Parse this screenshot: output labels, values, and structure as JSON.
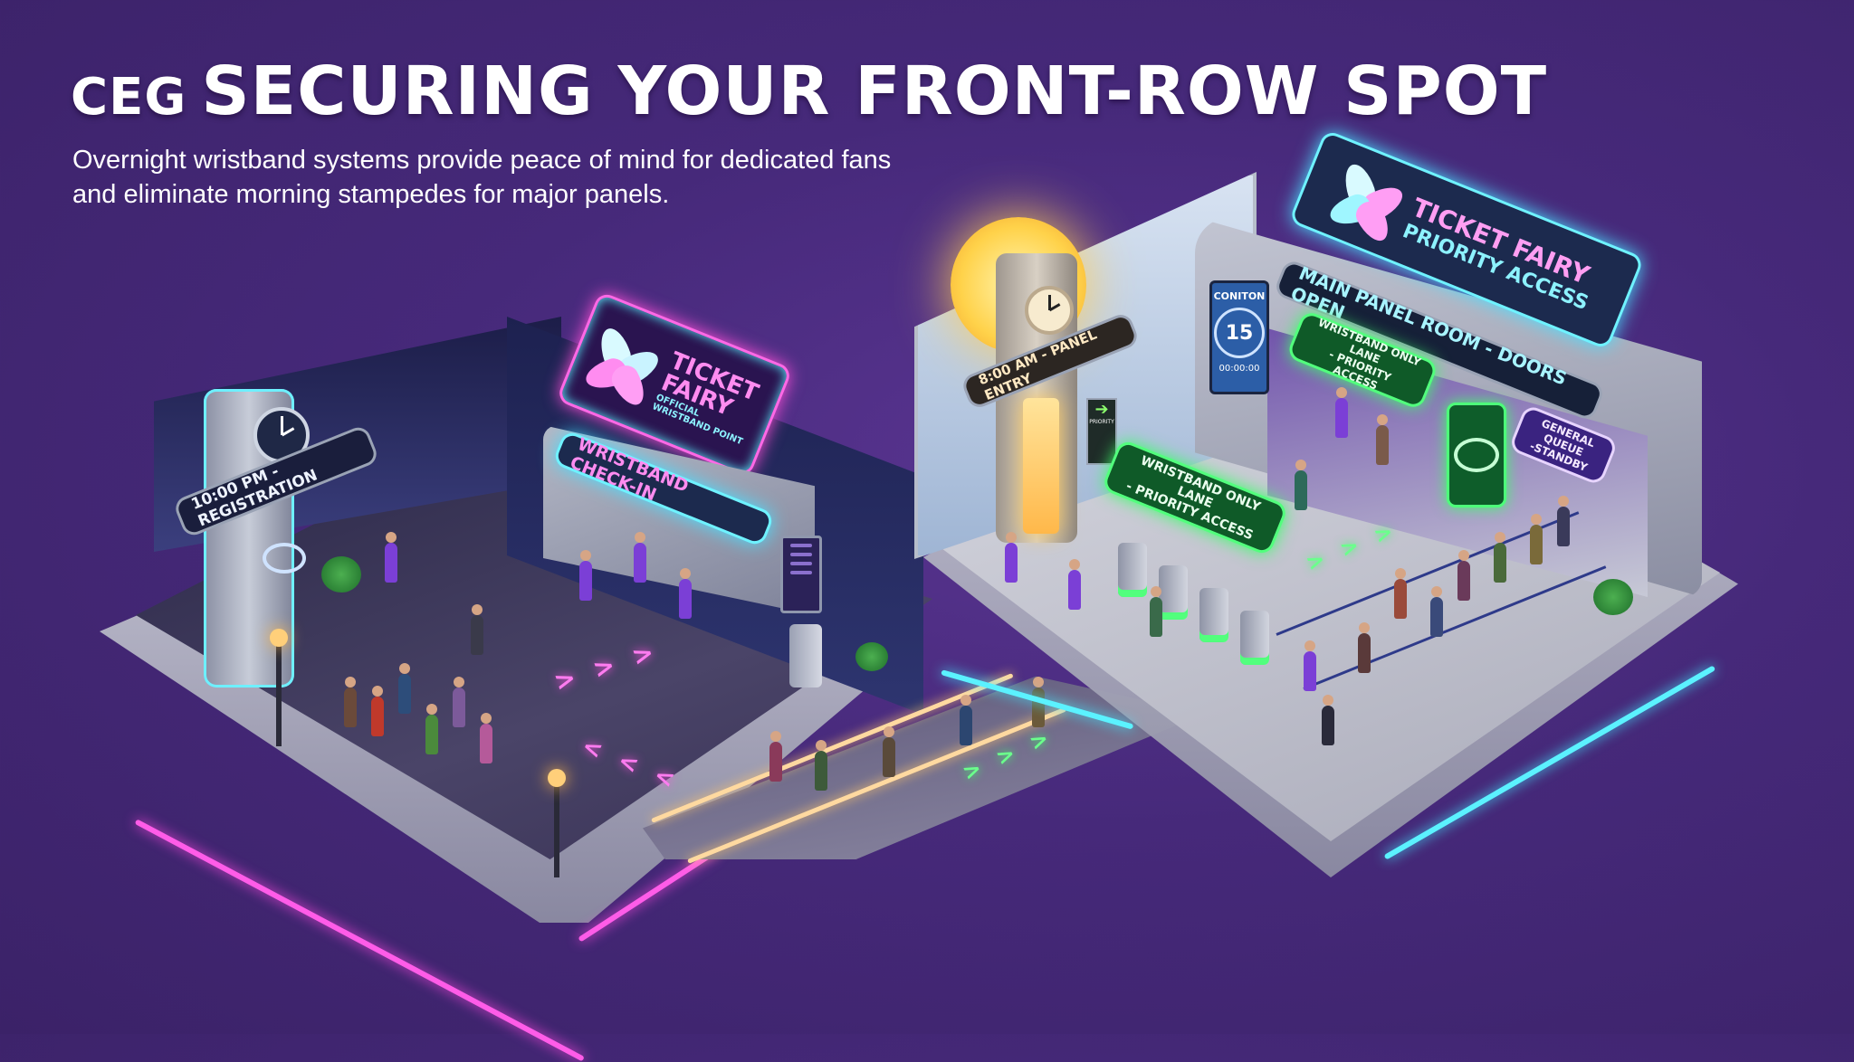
{
  "header": {
    "brand": "CEG",
    "title": "SECURING YOUR FRONT-ROW SPOT",
    "subtitle_line1": "Overnight wristband systems provide peace of mind for dedicated fans",
    "subtitle_line2": "and eliminate morning stampedes for major panels."
  },
  "left_zone": {
    "clock_sign": "10:00 PM - REGISTRATION",
    "booth_logo": {
      "brand_line1": "TICKET",
      "brand_line2": "FAIRY",
      "tagline_line1": "OFFICIAL",
      "tagline_line2": "WRISTBAND POINT"
    },
    "booth_banner": "WRISTBAND CHECK-IN",
    "floor_arrows": "> > >",
    "floor_arrows_back": "< < <",
    "icons": [
      "clock-icon",
      "wristband-icon",
      "butterfly-logo-icon",
      "lamp-post-icon",
      "plant-icon",
      "kiosk-icon"
    ]
  },
  "right_zone": {
    "clock_sign": "8:00 AM - PANEL ENTRY",
    "main_logo": {
      "brand": "TICKET FAIRY",
      "tagline": "PRIORITY ACCESS"
    },
    "room_banner": "MAIN PANEL ROOM - DOORS OPEN",
    "priority_lane_sign_door": {
      "line1": "WRISTBAND ONLY LANE",
      "line2": "- PRIORITY ACCESS"
    },
    "priority_lane_sign_gate": {
      "line1": "WRISTBAND ONLY LANE",
      "line2": "- PRIORITY ACCESS"
    },
    "general_queue_sign": {
      "line1": "GENERAL QUEUE",
      "line2": "-STANDBY"
    },
    "timer_screen": {
      "label": "CONITON",
      "count": "15",
      "time": "00:00:00"
    },
    "wayfinding_sign": {
      "arrow": "➔",
      "label": "PRIORITY"
    },
    "floor_arrows": "> > >",
    "icons": [
      "sun-icon",
      "clock-icon",
      "wristband-icon",
      "turnstile-icon",
      "stanchion-icon",
      "plant-icon"
    ]
  },
  "colors": {
    "background": "#3f2670",
    "neon_pink": "#ff5ce8",
    "neon_cyan": "#5bf2ff",
    "neon_green": "#52ff7d",
    "brand_purple": "#7b3fd6",
    "sun_yellow": "#ffd24a"
  }
}
